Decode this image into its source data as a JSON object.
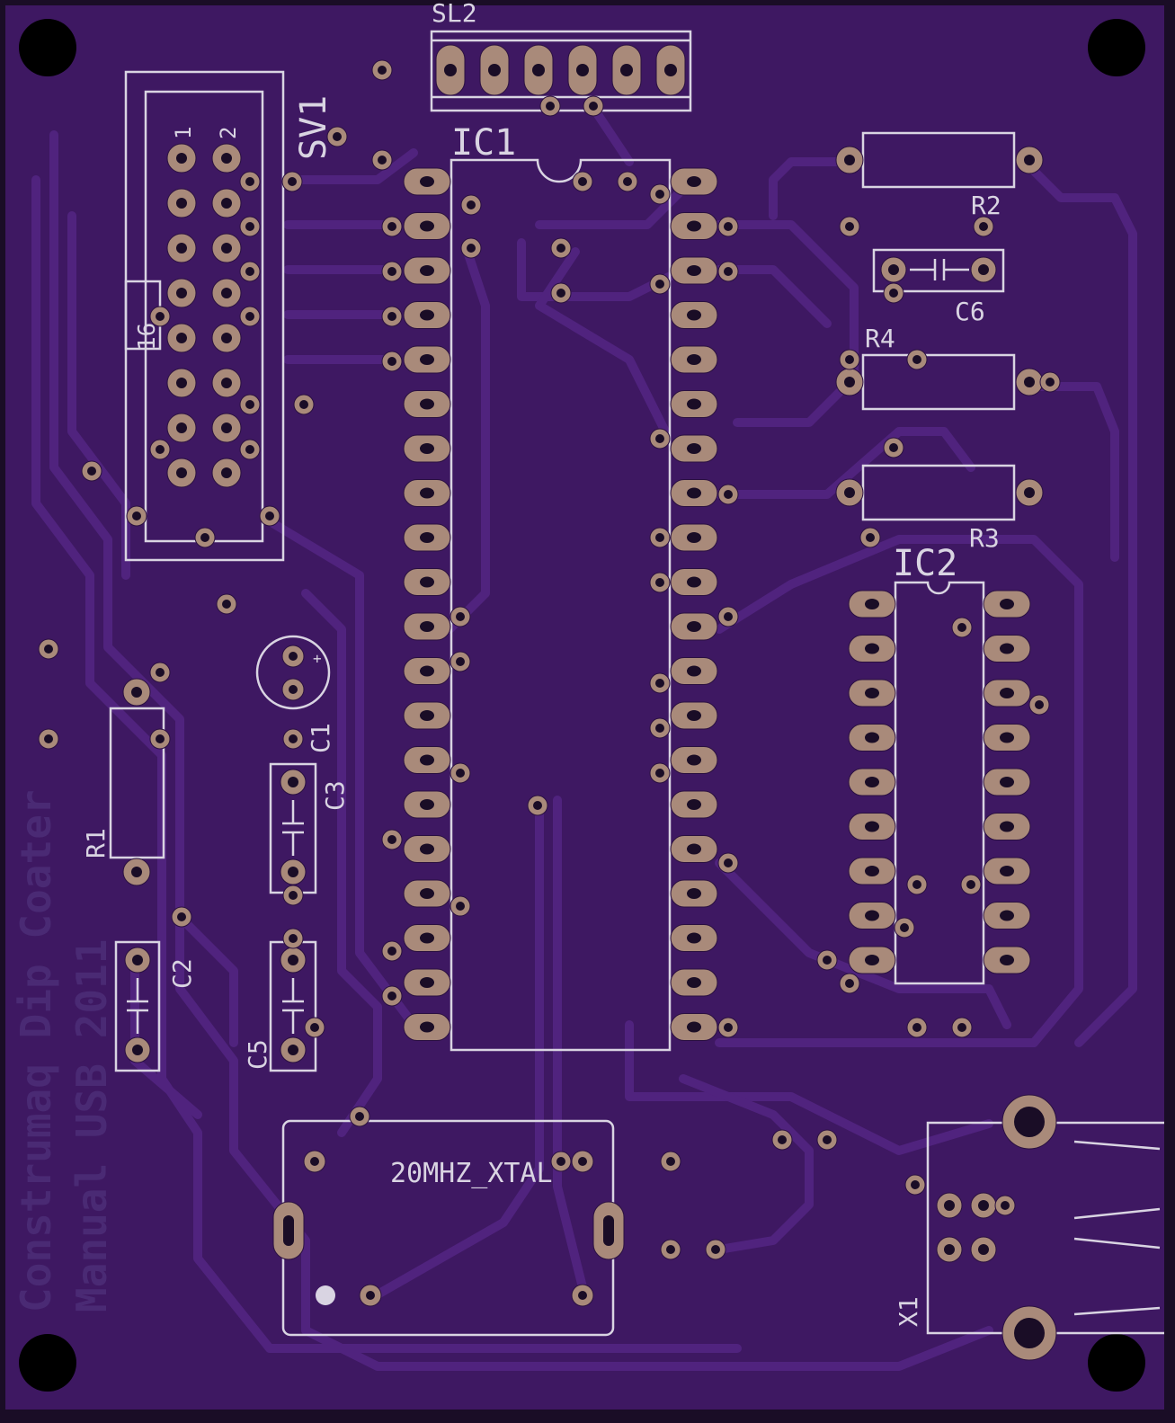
{
  "colors": {
    "board": "#3e1862",
    "board_edge": "#1a0d26",
    "trace": "#50237e",
    "silkscreen": "#d9d4e2",
    "pad": "#a98a7a",
    "ghost_text": "#4a2a74"
  },
  "labels": {
    "sl2": "SL2",
    "ic1": "IC1",
    "sv1": "SV1",
    "sv1_pin1": "1",
    "sv1_pin2": "2",
    "sv1_pin16": "16",
    "r1": "R1",
    "r2": "R2",
    "r3": "R3",
    "r4": "R4",
    "c1": "C1",
    "c2": "C2",
    "c3": "C3",
    "c5": "C5",
    "c6": "C6",
    "ic2": "IC2",
    "x1": "X1",
    "xtal": "20MHZ_XTAL",
    "c1_polarity": "+"
  },
  "board_text": {
    "line1": "Construmaq Dip Coater",
    "line2": "Manual USB 2011"
  },
  "icons": {
    "mounting_holes": "mounting-hole-icon",
    "capacitor_symbol": "capacitor-icon"
  }
}
